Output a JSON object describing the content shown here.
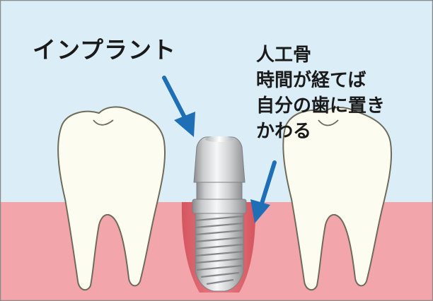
{
  "labels": {
    "implant": "インプラント",
    "artificial_bone": [
      "人工骨",
      "時間が経てば",
      "自分の歯に置き",
      "かわる"
    ]
  },
  "colors": {
    "sky": "#dbeef8",
    "gum": "#f2a5aa",
    "gum_socket": "#d9575f",
    "tooth": "#fdfcf1",
    "tooth_outline": "#6e6b5a",
    "arrow": "#1f6fb7",
    "frame": "#8a8a8a"
  }
}
